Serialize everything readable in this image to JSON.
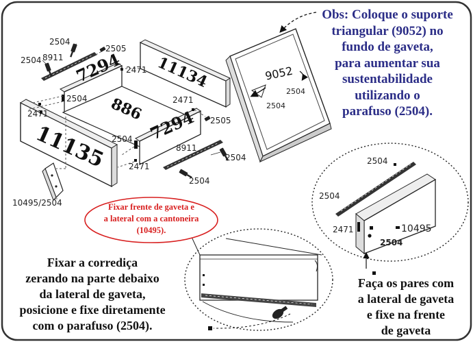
{
  "obs": {
    "lines": [
      "Obs: Coloque o suporte",
      "triangular (9052) no",
      "fundo de gaveta,",
      "para aumentar sua",
      "sustentabilidade",
      "utilizando o",
      "parafuso (2504)."
    ],
    "color": "#2b2d87"
  },
  "note_red": {
    "lines": [
      "Fixar frente de gaveta e",
      "a lateral com a cantoneira",
      "(10495)."
    ],
    "color": "#d81f1f"
  },
  "fix_slide": {
    "lines": [
      "Fixar a corrediça",
      "zerando na parte debaixo",
      "da lateral de gaveta,",
      "posicione e fixe diretamente",
      "com o parafuso (2504)."
    ]
  },
  "pairs": {
    "lines": [
      "Faça os pares com",
      "a lateral de gaveta",
      "e fixe na frente",
      "de gaveta"
    ]
  },
  "parts": {
    "left_side": "7294",
    "right_side": "7294",
    "bottom": "886",
    "back": "11134",
    "front": "11135",
    "bracket_code": "9052"
  },
  "labels": {
    "screw": "2504",
    "slide": "8911",
    "dowel": "2505",
    "cam": "2471",
    "angle_combo": "10495/2504",
    "angle": "10495"
  },
  "colors": {
    "frame": "#333333",
    "panel_stroke": "#222222",
    "accent_red": "#d81f1f",
    "accent_blue": "#2b2d87"
  }
}
